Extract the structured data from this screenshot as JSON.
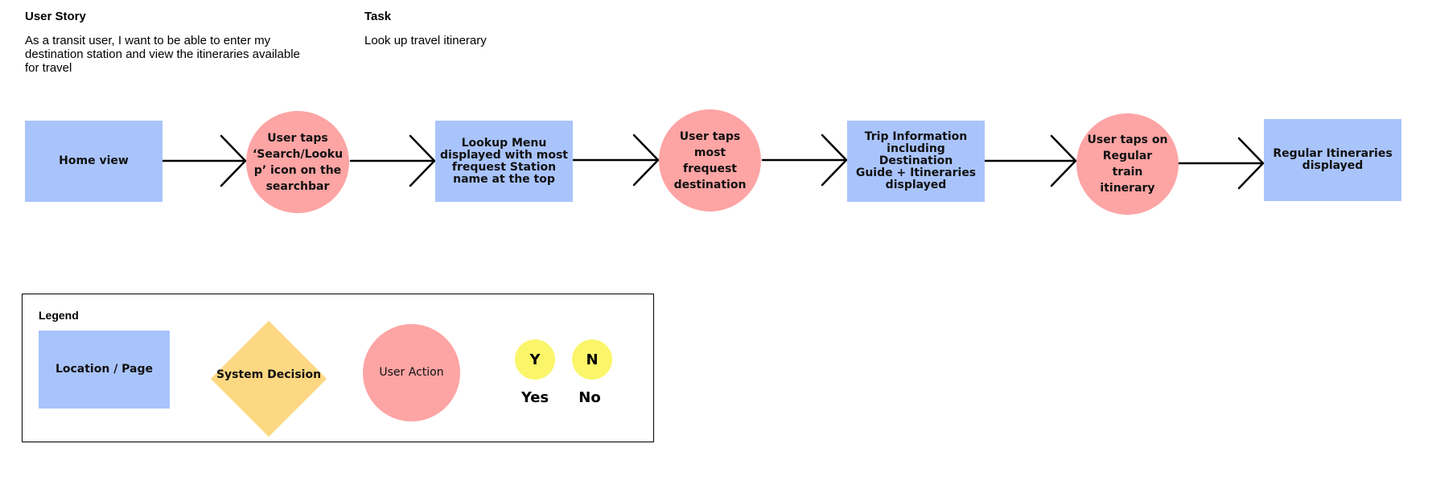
{
  "header": {
    "user_story_title": "User Story",
    "user_story_lines": [
      "As a transit user, I want to be able to enter my",
      "destination station and view the itineraries available",
      "for travel"
    ],
    "task_title": "Task",
    "task_text": "Look up travel itinerary"
  },
  "flow": {
    "steps": [
      {
        "kind": "location",
        "lines": [
          "Home view"
        ]
      },
      {
        "kind": "action",
        "lines": [
          "User taps",
          "‘Search/Looku",
          "p’ icon on the",
          "searchbar"
        ]
      },
      {
        "kind": "location",
        "lines": [
          "Lookup Menu",
          "displayed with most",
          "frequest Station",
          "name at the top"
        ]
      },
      {
        "kind": "action",
        "lines": [
          "User taps",
          "most frequest",
          "destination"
        ]
      },
      {
        "kind": "location",
        "lines": [
          "Trip Information",
          "including Destination",
          "Guide + Itineraries",
          "displayed"
        ]
      },
      {
        "kind": "action",
        "lines": [
          "User taps on",
          "Regular train",
          "itinerary"
        ]
      },
      {
        "kind": "location",
        "lines": [
          "Regular Itineraries",
          "displayed"
        ]
      }
    ]
  },
  "legend": {
    "title": "Legend",
    "location_label": "Location / Page",
    "decision_label": "System Decision",
    "action_label": "User Action",
    "yes_letter": "Y",
    "no_letter": "N",
    "yes_label": "Yes",
    "no_label": "No"
  },
  "colors": {
    "location": "#a9c4fb",
    "action": "#fda4a4",
    "decision": "#fdd882",
    "yes_no": "#fbf56a",
    "connector": "#000000"
  }
}
